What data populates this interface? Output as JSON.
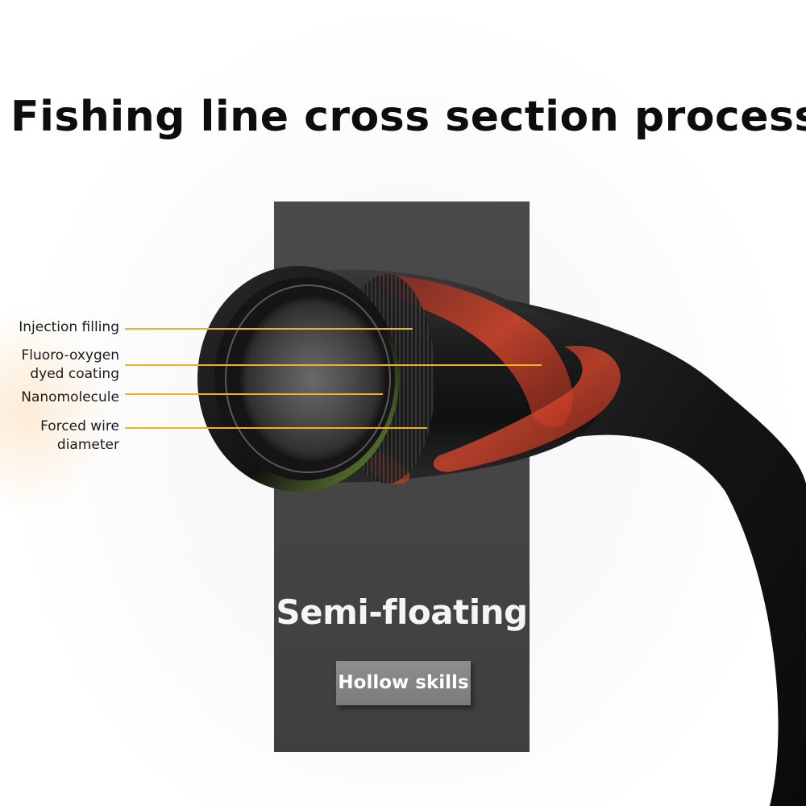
{
  "title": "Fishing line cross section process",
  "callouts": [
    {
      "line1": "Injection filling",
      "line2": ""
    },
    {
      "line1": "Fluoro-oxygen",
      "line2": "dyed coating"
    },
    {
      "line1": "Nanomolecule",
      "line2": ""
    },
    {
      "line1": "Forced wire",
      "line2": "diameter"
    }
  ],
  "panel": {
    "heading": "Semi-floating",
    "badge": "Hollow skills"
  },
  "colors": {
    "callout_line": "#f2b21e",
    "panel": "#474747",
    "accent_band": "#d9402a",
    "tube": "#1c1c1c"
  }
}
